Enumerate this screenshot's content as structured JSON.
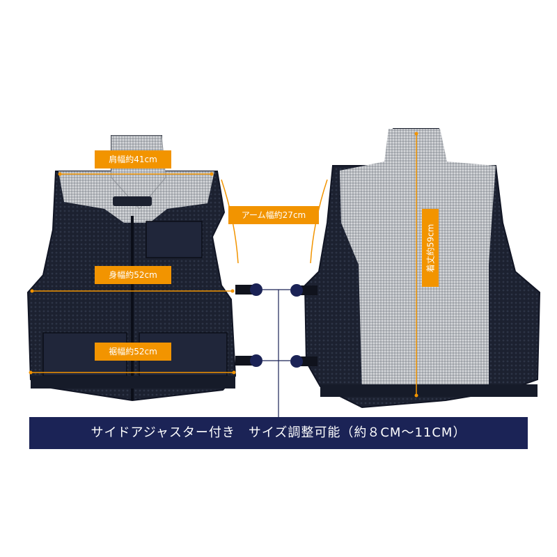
{
  "labels": {
    "shoulder_width": "肩幅約41cm",
    "arm_width": "アーム幅約27cm",
    "body_width": "身幅約52cm",
    "hem_width": "裾幅約52cm",
    "length": "着丈約59cm"
  },
  "banner": {
    "text": "サイドアジャスター付き　サイズ調整可能（約８CM～11CM）"
  },
  "colors": {
    "accent": "#f29400",
    "banner_bg": "#1b2356",
    "vest_mesh": "#1c2130",
    "reflective": "#b9bcc0"
  }
}
